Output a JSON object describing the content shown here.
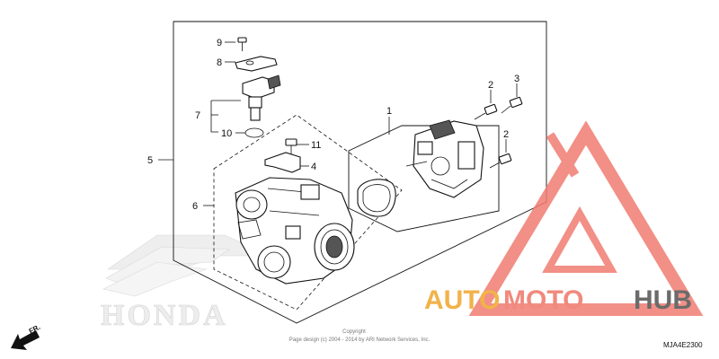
{
  "callouts": {
    "n1": "1",
    "n2a": "2",
    "n2b": "2",
    "n3": "3",
    "n4": "4",
    "n5": "5",
    "n6": "6",
    "n7": "7",
    "n8": "8",
    "n9": "9",
    "n10": "10",
    "n11": "11"
  },
  "copyright": {
    "line1": "Copyright",
    "line2": "Page design (c) 2004 - 2014 by ARI Network Services, Inc."
  },
  "diagram_code": "MJA4E2300",
  "direction_label": "FR.",
  "watermark": {
    "brand_part1": "AUTO",
    "brand_part2": "MOTO",
    "brand_part3": "HUB",
    "background_logo": "HONDA",
    "colors": {
      "triangle": "#f07c72",
      "auto": "#f2b24a",
      "moto": "#f08a7e",
      "hub": "#6b6b6b"
    }
  }
}
